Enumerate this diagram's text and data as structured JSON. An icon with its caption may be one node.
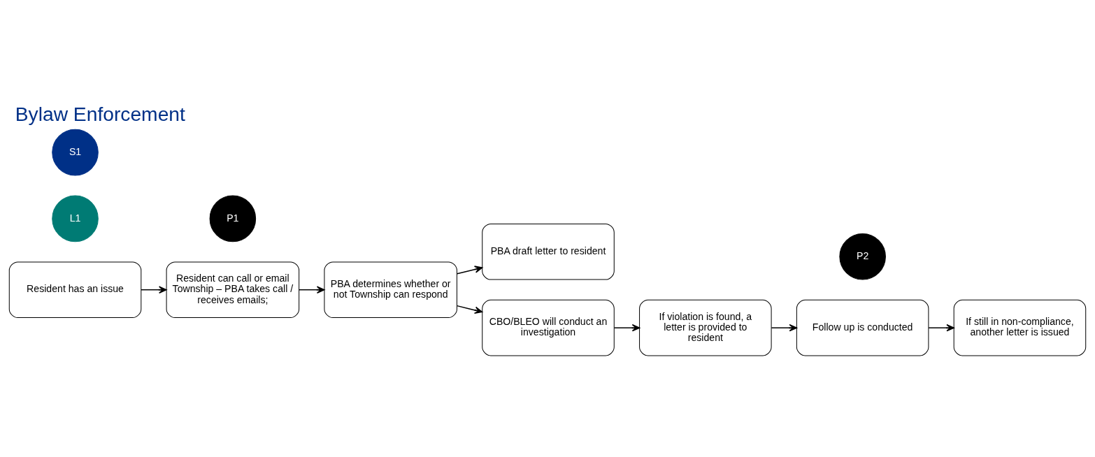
{
  "diagram": {
    "title": "Bylaw Enforcement",
    "nodes": [
      {
        "text": [
          "Resident has an issue"
        ]
      },
      {
        "text": [
          "Resident can call or email Township – PBA takes call / receives emails;"
        ]
      },
      {
        "text": [
          "PBA determines whether or not Township can respond"
        ]
      },
      {
        "text": [
          "PBA draft letter to resident"
        ]
      },
      {
        "text": [
          "CBO/BLEO will conduct an investigation"
        ]
      },
      {
        "text": [
          "If violation is found, a letter is provided to resident"
        ]
      },
      {
        "text": [
          "Follow up is conducted"
        ]
      },
      {
        "text": [
          "If still in non-compliance, another letter is issued"
        ]
      },
      {
        "text": [
          "L1"
        ]
      },
      {
        "text": [
          "S1"
        ]
      },
      {
        "text": [
          "P1"
        ]
      },
      {
        "text": [
          "P2"
        ]
      }
    ],
    "edges": [
      {
        "from": 0,
        "to": 1,
        "arrow": "to"
      },
      {
        "from": 1,
        "to": 2,
        "arrow": "to"
      },
      {
        "from": 2,
        "to": 3,
        "arrow": "to"
      },
      {
        "from": 2,
        "to": 4,
        "arrow": "to"
      },
      {
        "from": 4,
        "to": 5,
        "arrow": "to"
      },
      {
        "from": 5,
        "to": 6,
        "arrow": "to"
      },
      {
        "from": 6,
        "to": 7,
        "arrow": "to"
      }
    ]
  }
}
